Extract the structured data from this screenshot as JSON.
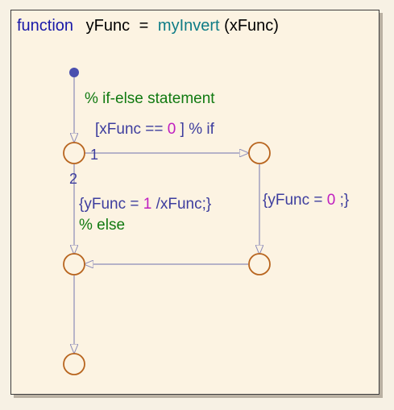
{
  "signature": {
    "keyword": "function",
    "output": "yFunc",
    "equals": "=",
    "name": "myInvert",
    "args": "(xFunc)"
  },
  "comments": {
    "top": "% if-else statement",
    "else": "% else"
  },
  "if_condition": {
    "open": "[xFunc == ",
    "value": "0",
    "close": "] % if"
  },
  "priorities": {
    "first": "1",
    "second": "2"
  },
  "action_else": {
    "open": "{yFunc = ",
    "value": "1",
    "close": "/xFunc;}"
  },
  "action_if": {
    "open": "{yFunc = ",
    "value": "0",
    "close": ";}"
  },
  "colors": {
    "keyword": "#1a1aa8",
    "function_name": "#0e7c86",
    "text": "#000000",
    "comment": "#117a11",
    "label": "#3d3d9e",
    "number": "#c01ec0",
    "junction": "#b8651f",
    "transition": "#8a8ab8",
    "default_dot": "#4a4fae"
  }
}
